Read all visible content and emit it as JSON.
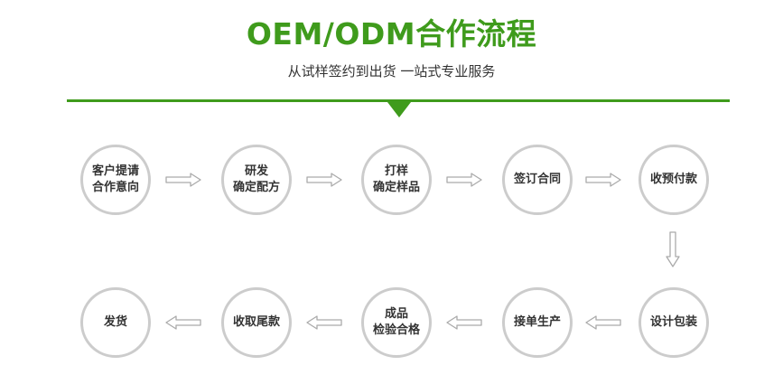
{
  "header": {
    "title": "OEM/ODM合作流程",
    "subtitle": "从试样签约到出货 一站式专业服务"
  },
  "colors": {
    "accent": "#3f9b1c",
    "circle_border": "#cccccc",
    "arrow": "#aaaaaa",
    "text": "#333333"
  },
  "steps": [
    {
      "label": "客户提请\n合作意向"
    },
    {
      "label": "研发\n确定配方"
    },
    {
      "label": "打样\n确定样品"
    },
    {
      "label": "签订合同"
    },
    {
      "label": "收预付款"
    },
    {
      "label": "设计包装"
    },
    {
      "label": "接单生产"
    },
    {
      "label": "成品\n检验合格"
    },
    {
      "label": "收取尾款"
    },
    {
      "label": "发货"
    }
  ],
  "arrows": {
    "row1": [
      "right-arrow",
      "right-arrow",
      "right-arrow",
      "right-arrow"
    ],
    "down": "down-arrow",
    "row2": [
      "left-arrow",
      "left-arrow",
      "left-arrow",
      "left-arrow"
    ]
  }
}
